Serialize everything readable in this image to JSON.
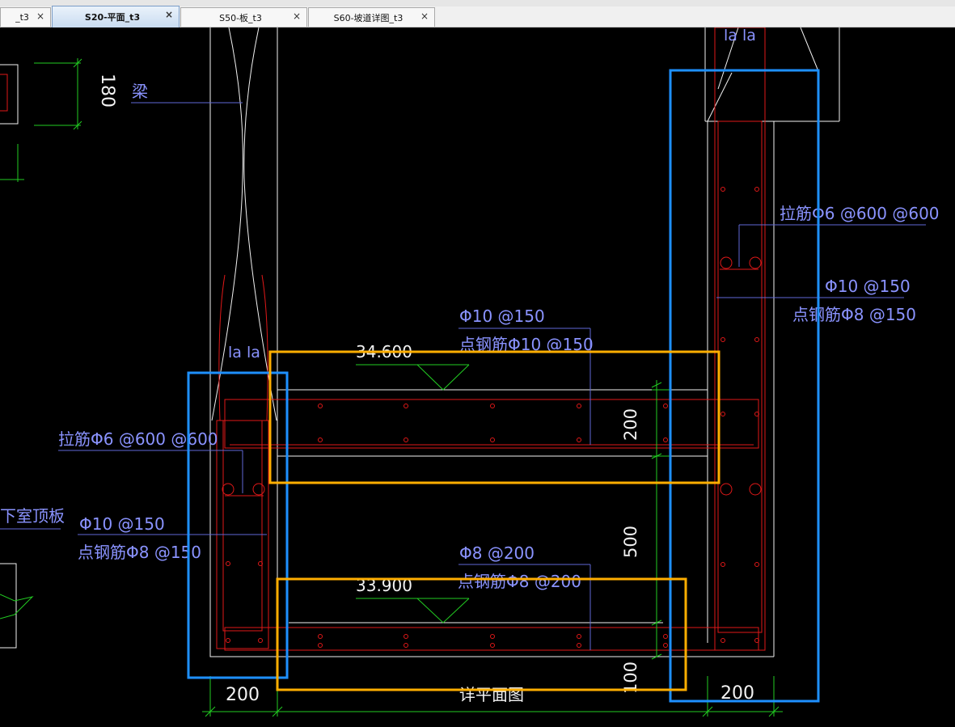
{
  "tabs": [
    {
      "label": "_t3",
      "active": false
    },
    {
      "label": "S20-平面_t3",
      "active": true
    },
    {
      "label": "S50-板_t3",
      "active": false
    },
    {
      "label": "S60-坡道详图_t3",
      "active": false
    }
  ],
  "close_glyph": "×",
  "drawing": {
    "la_left": "la la",
    "la_right": "la la",
    "dim_180": "180",
    "beam_label": "梁",
    "tie_right": "拉筋Φ6 @600 @600",
    "right_bar": "Φ10 @150",
    "right_point_bar": "点钢筋Φ8 @150",
    "upper_bar": "Φ10 @150",
    "upper_point_bar": "点钢筋Φ10 @150",
    "elev_upper": "34.600",
    "dim_200_right": "200",
    "tie_left": "拉筋Φ6 @600 @600",
    "basement_roof": "下室顶板",
    "left_bar": "Φ10 @150",
    "left_point_bar": "点钢筋Φ8 @150",
    "dim_500": "500",
    "lower_bar": "Φ8 @200",
    "lower_point_bar": "点钢筋Φ8 @200",
    "elev_lower": "33.900",
    "dim_100": "100",
    "dim_200_left": "200",
    "dim_200_bottom_right": "200",
    "plan_title": "详平面图"
  },
  "colors": {
    "cad_background": "#000000",
    "highlight_blue": "#1e90ff",
    "highlight_orange": "#ffae00",
    "text_blue": "#8a93ff",
    "rebar_red": "#e01818",
    "dim_green": "#22cc22",
    "outline_white": "#f2f2f2"
  }
}
